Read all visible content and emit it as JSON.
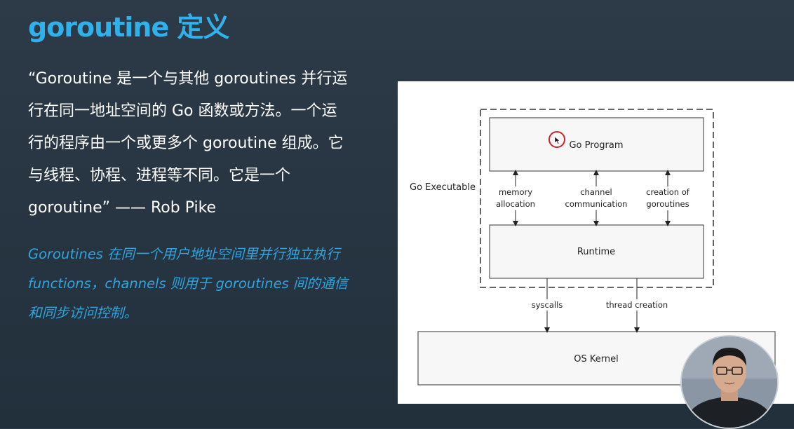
{
  "slide": {
    "title": "goroutine 定义",
    "quote_lines": [
      "“Goroutine 是一个与其他 goroutines 并行运",
      "行在同一地址空间的 Go 函数或方法。一个运",
      "行的程序由一个或更多个 goroutine 组成。它",
      "与线程、协程、进程等不同。它是一个",
      "goroutine”  —— Rob Pike"
    ],
    "note_lines": [
      "Goroutines 在同一个用户地址空间里并行独立执行",
      "functions，channels 则用于 goroutines 间的通信",
      "和同步访问控制。"
    ]
  },
  "diagram": {
    "go_program": "Go Program",
    "go_executable": "Go Executable",
    "runtime": "Runtime",
    "os_kernel": "OS Kernel",
    "memory_l1": "memory",
    "memory_l2": "allocation",
    "channel_l1": "channel",
    "channel_l2": "communication",
    "creation_l1": "creation of",
    "creation_l2": "goroutines",
    "syscalls": "syscalls",
    "thread_creation": "thread creation"
  },
  "colors": {
    "title": "#2fb2ec",
    "note": "#2fa4df",
    "background": "#2b3845",
    "cursor_ring": "#d0202a"
  },
  "icons": [
    "mouse-cursor-icon",
    "presenter-webcam"
  ]
}
